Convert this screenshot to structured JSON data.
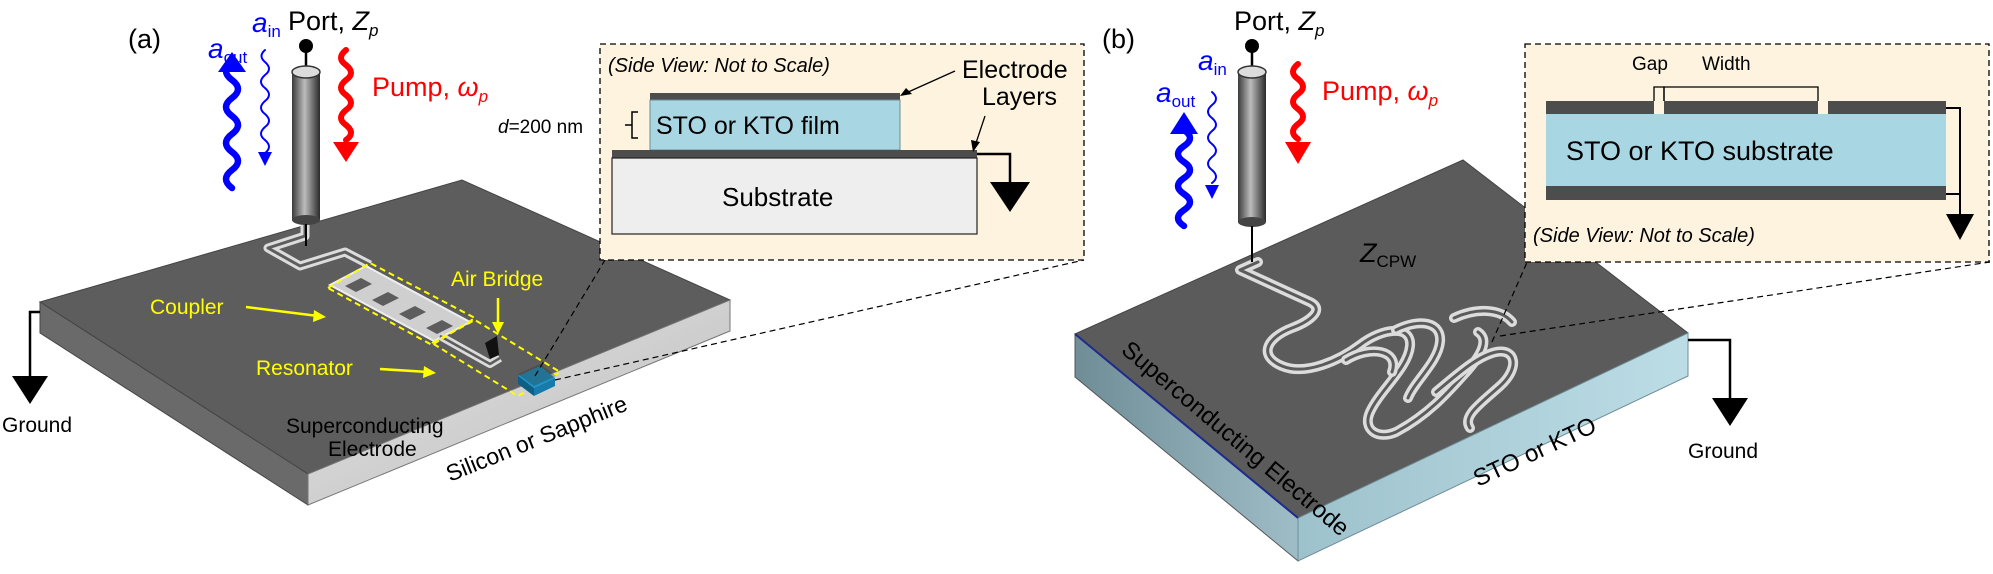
{
  "panel_a": {
    "panel_label": "(a)",
    "port_label": "Port, ",
    "port_sym": "Z",
    "port_sub": "p",
    "a_out_sym": "a",
    "a_out_sub": "out",
    "a_in_sym": "a",
    "a_in_sub": "in",
    "pump_label": "Pump, ",
    "pump_sym": "ω",
    "pump_sub": "p",
    "coupler_label": "Coupler",
    "resonator_label": "Resonator",
    "air_bridge_label": "Air Bridge",
    "ground_label": "Ground",
    "electrode_label_line1": "Superconducting",
    "electrode_label_line2": "Electrode",
    "substrate_side_label": "Silicon or Sapphire",
    "inset": {
      "title": "(Side View: Not to Scale)",
      "electrode_label_line1": "Electrode",
      "electrode_label_line2": "Layers",
      "thickness_sym": "d",
      "thickness_value": "=200 nm",
      "film_label": "STO or KTO film",
      "substrate_label": "Substrate"
    }
  },
  "panel_b": {
    "panel_label": "(b)",
    "port_label": "Port, ",
    "port_sym": "Z",
    "port_sub": "p",
    "a_out_sym": "a",
    "a_out_sub": "out",
    "a_in_sym": "a",
    "a_in_sub": "in",
    "pump_label": "Pump, ",
    "pump_sym": "ω",
    "pump_sub": "p",
    "zcpw_sym": "Z",
    "zcpw_sub": "CPW",
    "electrode_label": "Superconducting Electrode",
    "substrate_side_label": "STO or KTO",
    "ground_label": "Ground",
    "inset": {
      "gap_label": "Gap",
      "width_label": "Width",
      "substrate_label": "STO or KTO substrate",
      "title": "(Side View: Not to Scale)"
    }
  },
  "colors": {
    "pump": "#ff0000",
    "signal": "#0000ff",
    "annotation": "#ffff00",
    "electrode_top": "#5b5b5b",
    "film": "#a9d6e3",
    "inset_bg": "#fdf3df"
  }
}
